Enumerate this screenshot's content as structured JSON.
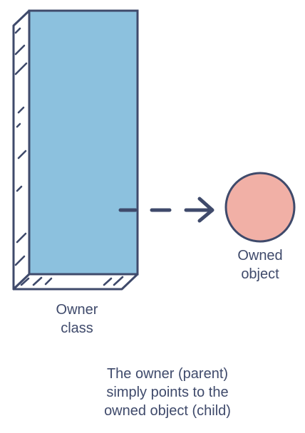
{
  "owner_label": [
    "Owner",
    "class"
  ],
  "owned_label": [
    "Owned",
    "object"
  ],
  "caption": [
    "The owner (parent)",
    "simply points to the",
    "owned object (child)"
  ],
  "colors": {
    "outline": "#3f4a6b",
    "owner_fill": "#8cc1de",
    "owned_fill": "#f1b0a6",
    "text": "#3f4a6b"
  }
}
